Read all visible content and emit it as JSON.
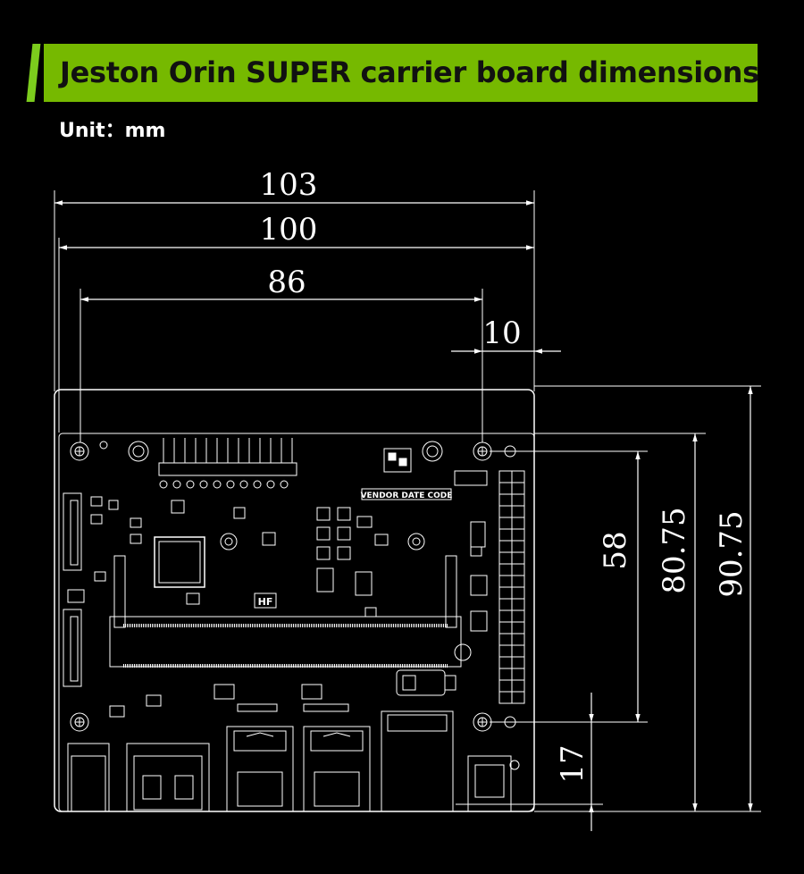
{
  "title": "Jeston Orin SUPER carrier board dimensions",
  "unit_label": "Unit：mm",
  "colors": {
    "accent": "#76b900",
    "background": "#000000",
    "line": "#ffffff"
  },
  "dimensions": {
    "overall_width": "103",
    "board_width": "100",
    "hole_spacing_x": "86",
    "hole_offset_x": "10",
    "hole_spacing_y": "58",
    "board_height": "80.75",
    "overall_height": "90.75",
    "bottom_offset": "17"
  },
  "board_labels": {
    "vendor_code": "VENDOR DATE CODE",
    "hf_mark": "HF"
  }
}
